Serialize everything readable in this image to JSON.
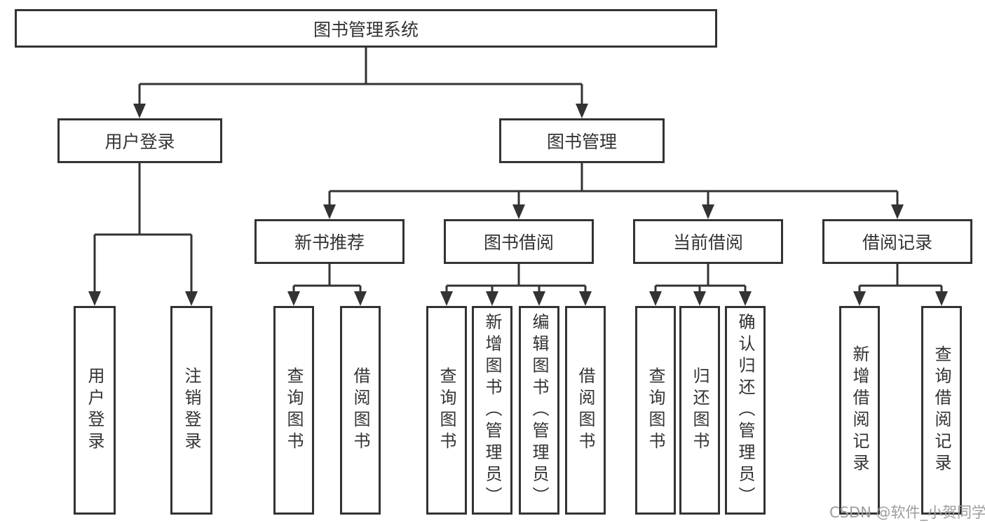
{
  "diagram": {
    "type": "tree-diagram",
    "title": "图书管理系统",
    "nodes": {
      "root": "图书管理系统",
      "level2": [
        "用户登录",
        "图书管理"
      ],
      "level3": [
        "新书推荐",
        "图书借阅",
        "当前借阅",
        "借阅记录"
      ],
      "leaves": [
        "用户登录",
        "注销登录",
        "查询图书",
        "借阅图书",
        "查询图书",
        "新增图书（管理员）",
        "编辑图书（管理员）",
        "借阅图书",
        "查询图书",
        "归还图书",
        "确认归还（管理员）",
        "新增借阅记录",
        "查询借阅记录"
      ]
    },
    "hierarchy": {
      "图书管理系统": {
        "用户登录": [
          "用户登录",
          "注销登录"
        ],
        "图书管理": {
          "新书推荐": [
            "查询图书",
            "借阅图书"
          ],
          "图书借阅": [
            "查询图书",
            "新增图书（管理员）",
            "编辑图书（管理员）",
            "借阅图书"
          ],
          "当前借阅": [
            "查询图书",
            "归还图书",
            "确认归还（管理员）"
          ],
          "借阅记录": [
            "新增借阅记录",
            "查询借阅记录"
          ]
        }
      }
    },
    "colors": {
      "line": "#333333",
      "text": "#333333",
      "box_background": "#ffffff",
      "watermark": "#9d9d9d"
    },
    "watermark": "CSDN @软件_小贺同学"
  }
}
